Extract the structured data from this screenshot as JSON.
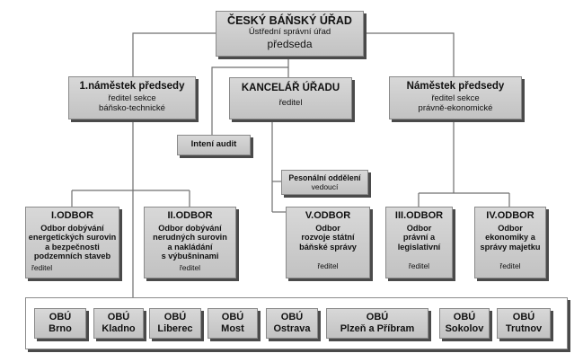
{
  "top": {
    "title": "ČESKÝ BÁŇSKÝ ÚŘAD",
    "subtitle": "Ústřední správní úřad",
    "role": "předseda"
  },
  "left_deputy": {
    "title": "1.náměstek předsedy",
    "line1": "ředitel sekce",
    "line2": "báňsko-technické"
  },
  "office": {
    "title": "KANCELÁŘ ÚŘADU",
    "role": "ředitel"
  },
  "right_deputy": {
    "title": "Náměstek předsedy",
    "line1": "ředitel sekce",
    "line2": "právně-ekonomické"
  },
  "audit": {
    "label": "Intení audit"
  },
  "personnel": {
    "label": "Pesonální oddělení",
    "role": "vedoucí"
  },
  "odbory": [
    {
      "title": "I.ODBOR",
      "lines": [
        "Odbor dobývání",
        "energetických surovin",
        "a bezpečnosti",
        "podzemních staveb"
      ],
      "role": "ředitel"
    },
    {
      "title": "II.ODBOR",
      "lines": [
        "Odbor dobývání",
        "nerudných surovin",
        "a nakládání",
        "s výbušninami"
      ],
      "role": "ředitel"
    },
    {
      "title": "V.ODBOR",
      "lines": [
        "Odbor",
        "rozvoje státní",
        "báňské správy"
      ],
      "role": "ředitel"
    },
    {
      "title": "III.ODBOR",
      "lines": [
        "Odbor",
        "právní a",
        "legislativní"
      ],
      "role": "ředitel"
    },
    {
      "title": "IV.ODBOR",
      "lines": [
        "Odbor",
        "ekonomiky a",
        "správy majetku"
      ],
      "role": "ředitel"
    }
  ],
  "obu": [
    {
      "line1": "OBÚ",
      "line2": "Brno"
    },
    {
      "line1": "OBÚ",
      "line2": "Kladno"
    },
    {
      "line1": "OBÚ",
      "line2": "Liberec"
    },
    {
      "line1": "OBÚ",
      "line2": "Most"
    },
    {
      "line1": "OBÚ",
      "line2": "Ostrava"
    },
    {
      "line1": "OBÚ",
      "line2": "Plzeň a Příbram"
    },
    {
      "line1": "OBÚ",
      "line2": "Sokolov"
    },
    {
      "line1": "OBÚ",
      "line2": "Trutnov"
    }
  ]
}
